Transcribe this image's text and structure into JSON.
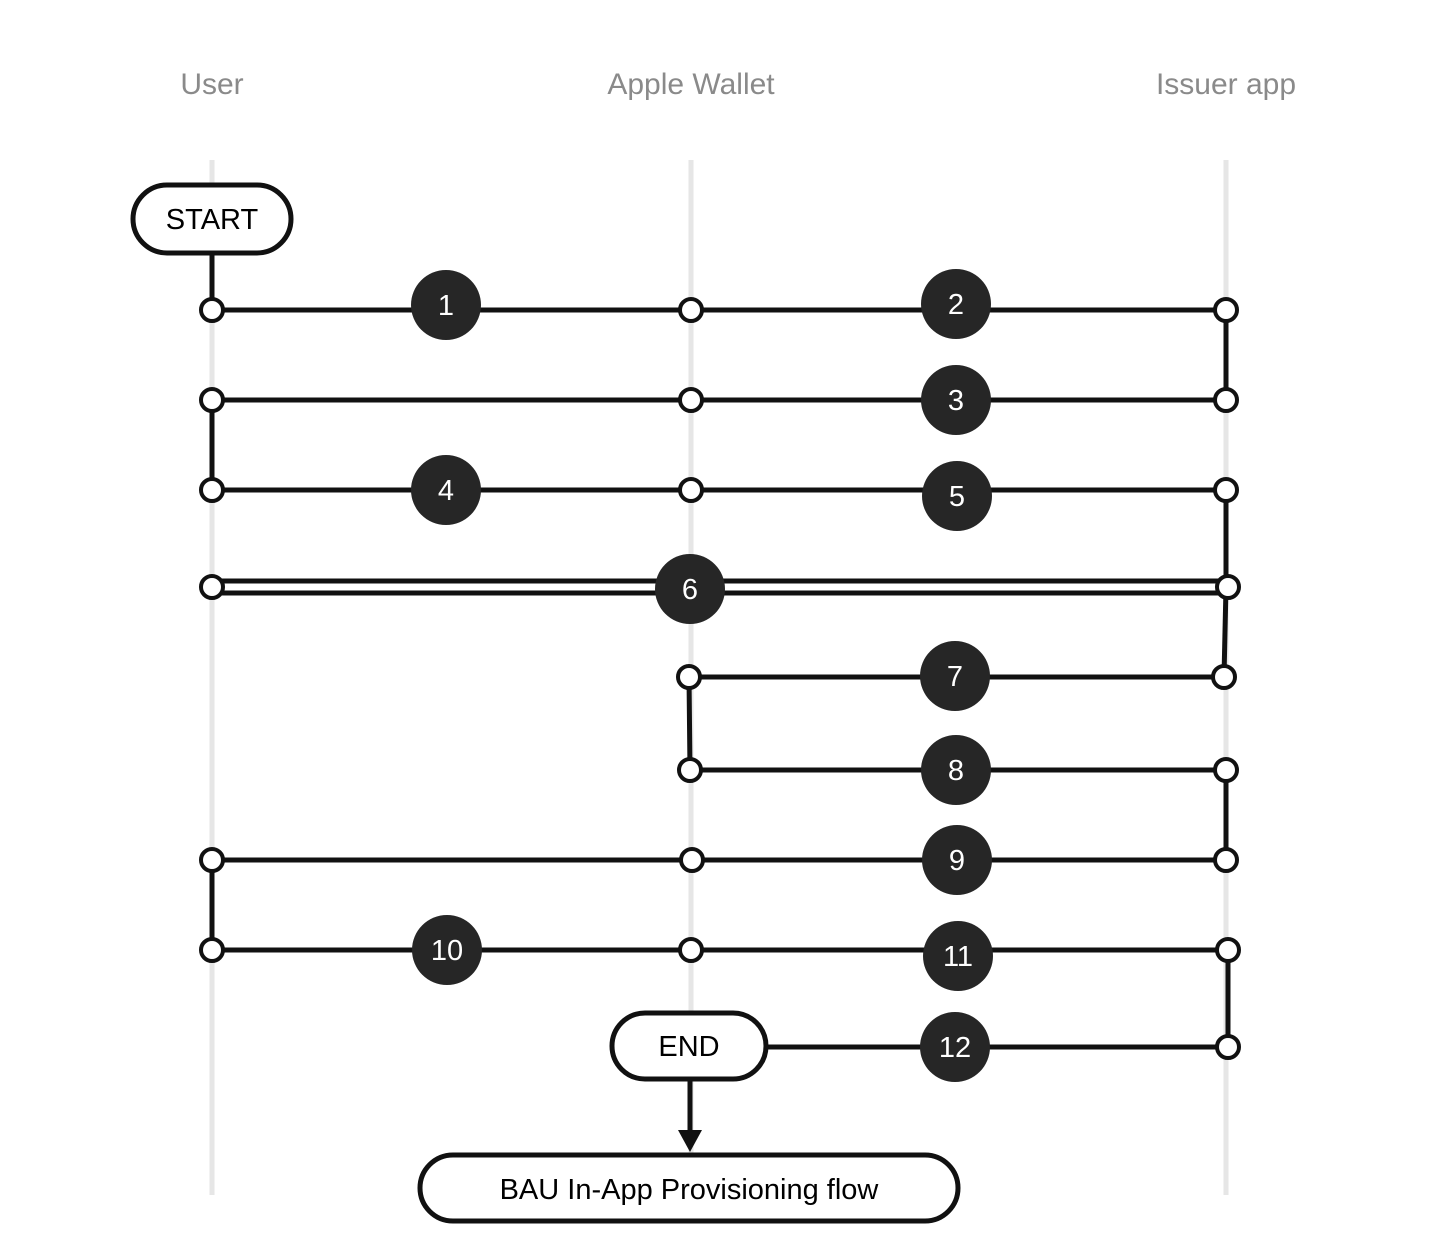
{
  "colors": {
    "ink": "#111111",
    "badge": "#262626",
    "lane_line": "#e6e6e6",
    "lane_title": "#8a8a8a",
    "background": "#ffffff"
  },
  "lanes": [
    {
      "id": "user",
      "title": "User"
    },
    {
      "id": "wallet",
      "title": "Apple Wallet"
    },
    {
      "id": "issuer",
      "title": "Issuer app"
    }
  ],
  "terminals": {
    "start": "START",
    "end": "END",
    "next": "BAU In-App Provisioning flow"
  },
  "steps": [
    {
      "num": "1"
    },
    {
      "num": "2"
    },
    {
      "num": "3"
    },
    {
      "num": "4"
    },
    {
      "num": "5"
    },
    {
      "num": "6"
    },
    {
      "num": "7"
    },
    {
      "num": "8"
    },
    {
      "num": "9"
    },
    {
      "num": "10"
    },
    {
      "num": "11"
    },
    {
      "num": "12"
    }
  ]
}
